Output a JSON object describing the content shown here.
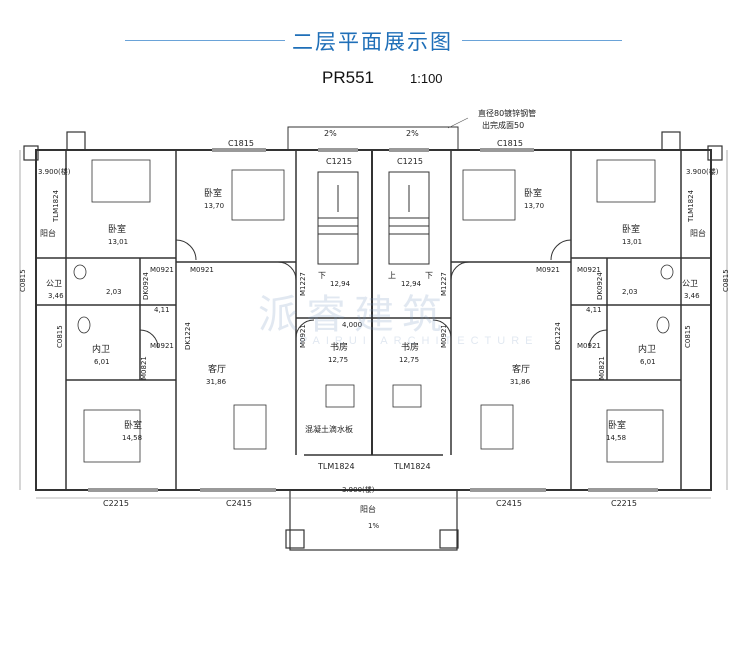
{
  "header": {
    "title": "二层平面展示图",
    "code": "PR551",
    "scale": "1:100"
  },
  "watermark": {
    "text": "派睿建筑",
    "subtext": "PAIRUI ARCHITECTURE"
  },
  "annotations": {
    "pipe_note_1": "直径80镀锌钢管",
    "pipe_note_2": "出完成面50",
    "board_note": "混凝土滴水板",
    "level": "3.900(楼)",
    "slope": "2%",
    "slope_1": "1%",
    "stair_up": "上",
    "stair_down": "下",
    "dim_4000": "4,000",
    "dim_411": "4,11"
  },
  "rooms": {
    "bedroom": "卧室",
    "balcony": "阳台",
    "public_bath": "公卫",
    "inner_bath": "内卫",
    "living": "客厅",
    "study": "书房",
    "area_bed_a": "13,01",
    "area_bed_b": "13,70",
    "area_bed_c": "14,58",
    "area_pbath": "3,46",
    "area_ibath": "6,01",
    "area_living": "31,86",
    "area_study": "12,75",
    "area_stair": "12,94",
    "area_closet": "2,03"
  },
  "codes": {
    "c1815": "C1815",
    "c1215": "C1215",
    "c0815": "C0815",
    "c2215": "C2215",
    "c2415": "C2415",
    "m0921": "M0921",
    "m0821": "M0821",
    "m1227": "M1227",
    "dk0924": "DK0924",
    "dk1224": "DK1224",
    "tlm1824": "TLM1824"
  }
}
